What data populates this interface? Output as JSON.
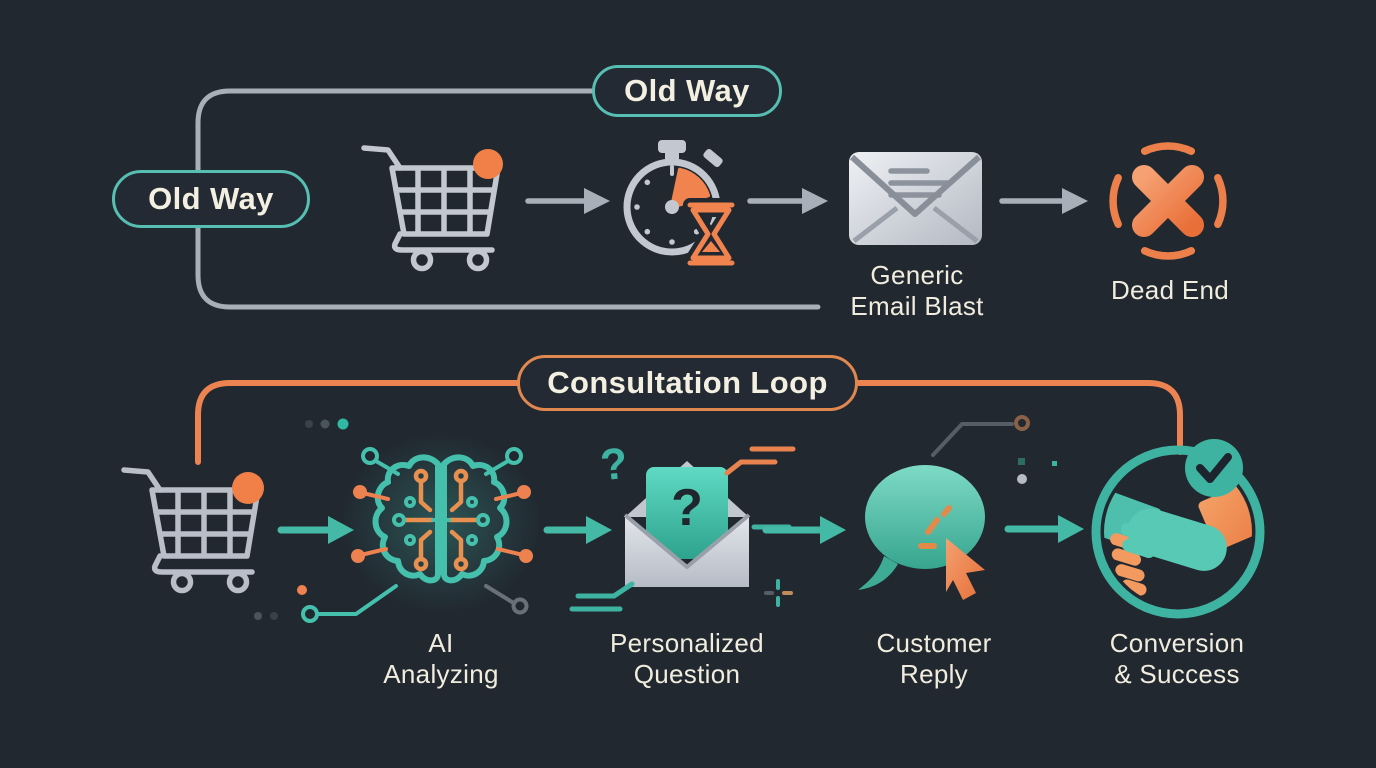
{
  "colors": {
    "background": "#212830",
    "teal_accent": "#45BCA9",
    "orange_accent": "#EE8150",
    "gray_line": "#A9AFB9",
    "cream_text": "#F1EDDE"
  },
  "old_way": {
    "top_badge": "Old Way",
    "side_badge": "Old Way",
    "email_label": "Generic\nEmail Blast",
    "dead_end_label": "Dead End"
  },
  "consultation_loop": {
    "badge": "Consultation Loop",
    "ai_label": "AI\nAnalyzing",
    "question_label": "Personalized\nQuestion",
    "reply_label": "Customer\nReply",
    "conversion_label": "Conversion\n& Success",
    "question_mark": "?",
    "floating_question_mark": "?"
  }
}
